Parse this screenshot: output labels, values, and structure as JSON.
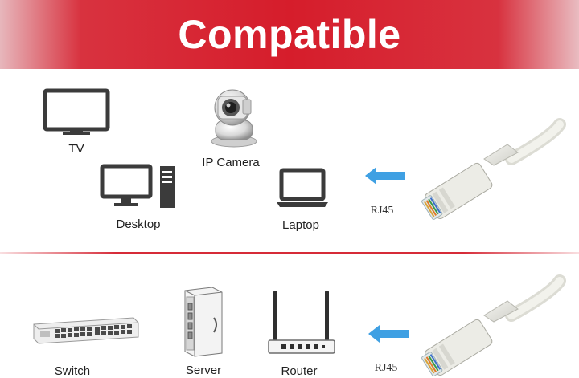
{
  "banner": {
    "title": "Compatible"
  },
  "top_section": {
    "devices": {
      "tv": "TV",
      "ip_camera": "IP Camera",
      "desktop": "Desktop",
      "laptop": "Laptop"
    },
    "connector_label": "RJ45"
  },
  "bottom_section": {
    "devices": {
      "switch": "Switch",
      "server": "Server",
      "router": "Router"
    },
    "connector_label": "RJ45"
  },
  "colors": {
    "brand_red": "#d61d2b",
    "arrow_blue": "#3fa0e3",
    "icon_dark": "#3b3b3b"
  }
}
